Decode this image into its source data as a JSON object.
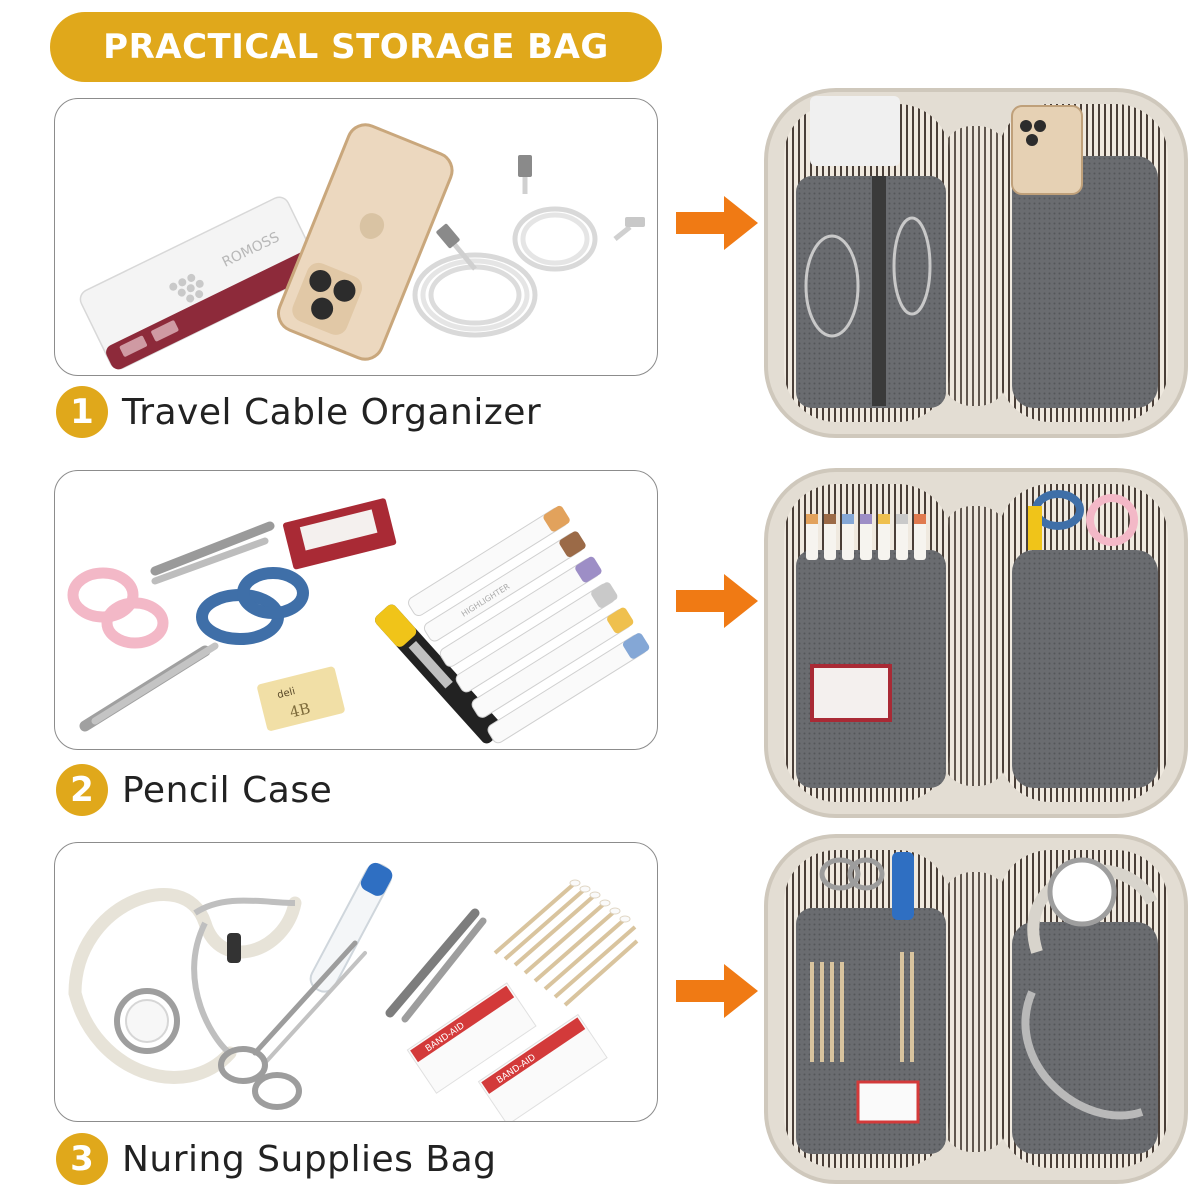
{
  "header": {
    "title": "PRACTICAL STORAGE BAG"
  },
  "colors": {
    "accent": "#e0a81b",
    "arrow": "#f07a14",
    "caption_text": "#222222",
    "bag_shell": "#e3ddd3",
    "mesh": "#5b5d61"
  },
  "sections": [
    {
      "number": "1",
      "label": "Travel Cable Organizer",
      "icon": "cable-organizer-photo",
      "arrow_icon": "orange-arrow-right-icon",
      "result_icon": "open-bag-with-cables-photo",
      "item_text": {
        "power_bank_brand": "ROMOSS"
      }
    },
    {
      "number": "2",
      "label": "Pencil Case",
      "icon": "pencil-case-photo",
      "arrow_icon": "orange-arrow-right-icon",
      "result_icon": "open-bag-with-stationery-photo",
      "item_text": {
        "eraser_brand": "deli",
        "eraser_grade": "4B",
        "highlighter_text": "HIGHLIGHTER"
      }
    },
    {
      "number": "3",
      "label": "Nuring Supplies Bag",
      "icon": "nursing-supplies-photo",
      "arrow_icon": "orange-arrow-right-icon",
      "result_icon": "open-bag-with-medical-supplies-photo",
      "item_text": {
        "bandage_brand": "BAND-AID"
      }
    }
  ]
}
